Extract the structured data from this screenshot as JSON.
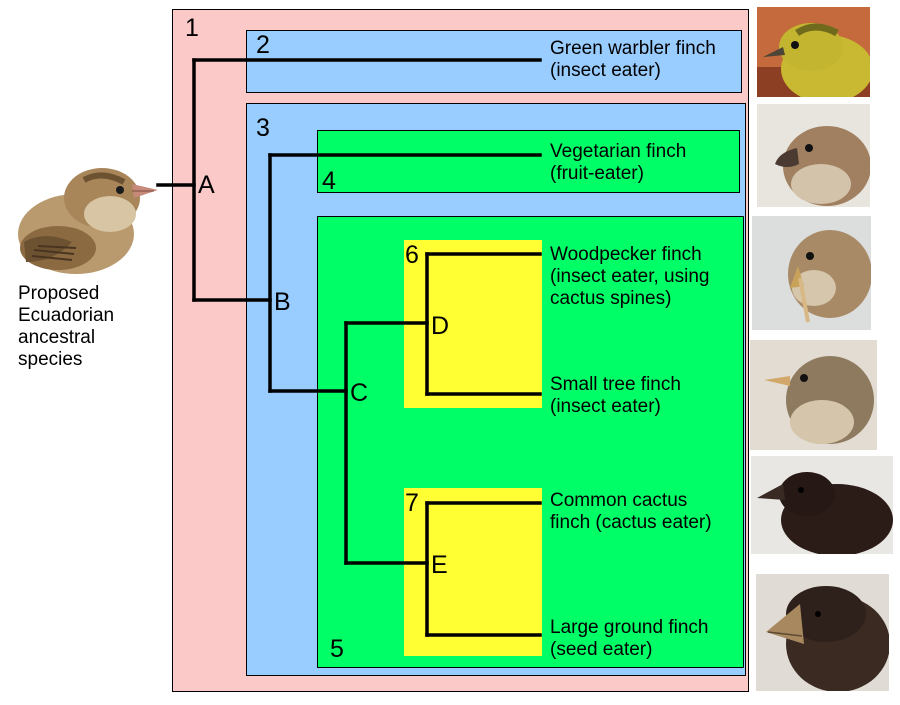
{
  "colors": {
    "clade_1": "#fcc9c9",
    "clade_2_3": "#99ccff",
    "clade_4_5": "#00ff66",
    "clade_6_7": "#ffff33",
    "tree_line": "#000000"
  },
  "clades": {
    "c1": "1",
    "c2": "2",
    "c3": "3",
    "c4": "4",
    "c5": "5",
    "c6": "6",
    "c7": "7"
  },
  "nodes": {
    "a": "A",
    "b": "B",
    "c": "C",
    "d": "D",
    "e": "E"
  },
  "ancestor": {
    "line1": "Proposed",
    "line2": "Ecuadorian",
    "line3": "ancestral",
    "line4": "species"
  },
  "species": [
    {
      "line1": "Green warbler finch",
      "line2": "(insect eater)",
      "photo": "yellow-warbler-finch-photo"
    },
    {
      "line1": "Vegetarian finch",
      "line2": "(fruit-eater)",
      "photo": "vegetarian-finch-photo"
    },
    {
      "line1": "Woodpecker finch",
      "line2": "(insect eater, using",
      "line3": "cactus spines)",
      "photo": "woodpecker-finch-photo"
    },
    {
      "line1": "Small tree finch",
      "line2": "(insect eater)",
      "photo": "small-tree-finch-photo"
    },
    {
      "line1": "Common cactus",
      "line2": "finch (cactus eater)",
      "photo": "cactus-finch-photo"
    },
    {
      "line1": "Large ground finch",
      "line2": "(seed eater)",
      "photo": "ground-finch-photo"
    }
  ]
}
